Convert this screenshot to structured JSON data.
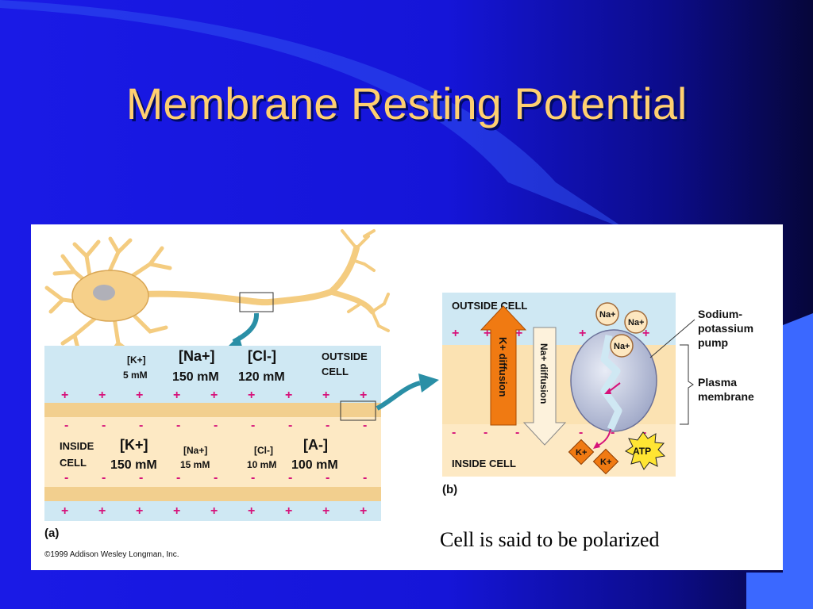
{
  "slide": {
    "title": "Membrane Resting Potential",
    "caption": "Cell is said to be polarized"
  },
  "colors": {
    "background_blue": "#1717e8",
    "background_dark": "#0a0a4a",
    "accent_blue": "#3b68ff",
    "title_gold": "#ffd070",
    "extracellular": "#cfe8f3",
    "intracellular": "#fde9c4",
    "membrane": "#f2cf8e",
    "plus_sign": "#d6127a",
    "arrow_teal": "#2a8fa6",
    "k_arrow": "#f07a12"
  },
  "panel_a": {
    "label": "(a)",
    "copyright": "©1999 Addison Wesley Longman, Inc.",
    "outside_label_1": "OUTSIDE",
    "outside_label_2": "CELL",
    "inside_label_1": "INSIDE",
    "inside_label_2": "CELL",
    "outside_ions": [
      {
        "ion": "[K+]",
        "conc": "5 mM"
      },
      {
        "ion": "[Na+]",
        "conc": "150 mM"
      },
      {
        "ion": "[Cl-]",
        "conc": "120 mM"
      }
    ],
    "inside_ions": [
      {
        "ion": "[K+]",
        "conc": "150 mM"
      },
      {
        "ion": "[Na+]",
        "conc": "15 mM"
      },
      {
        "ion": "[Cl-]",
        "conc": "10 mM"
      },
      {
        "ion": "[A-]",
        "conc": "100 mM"
      }
    ]
  },
  "panel_b": {
    "label": "(b)",
    "outside_label": "OUTSIDE CELL",
    "inside_label": "INSIDE CELL",
    "k_diffusion": "K+ diffusion",
    "na_diffusion": "Na+ diffusion",
    "pump_label_1": "Sodium-",
    "pump_label_2": "potassium",
    "pump_label_3": "pump",
    "membrane_label_1": "Plasma",
    "membrane_label_2": "membrane",
    "na_ion": "Na+",
    "k_ion": "K+",
    "atp": "ATP"
  }
}
